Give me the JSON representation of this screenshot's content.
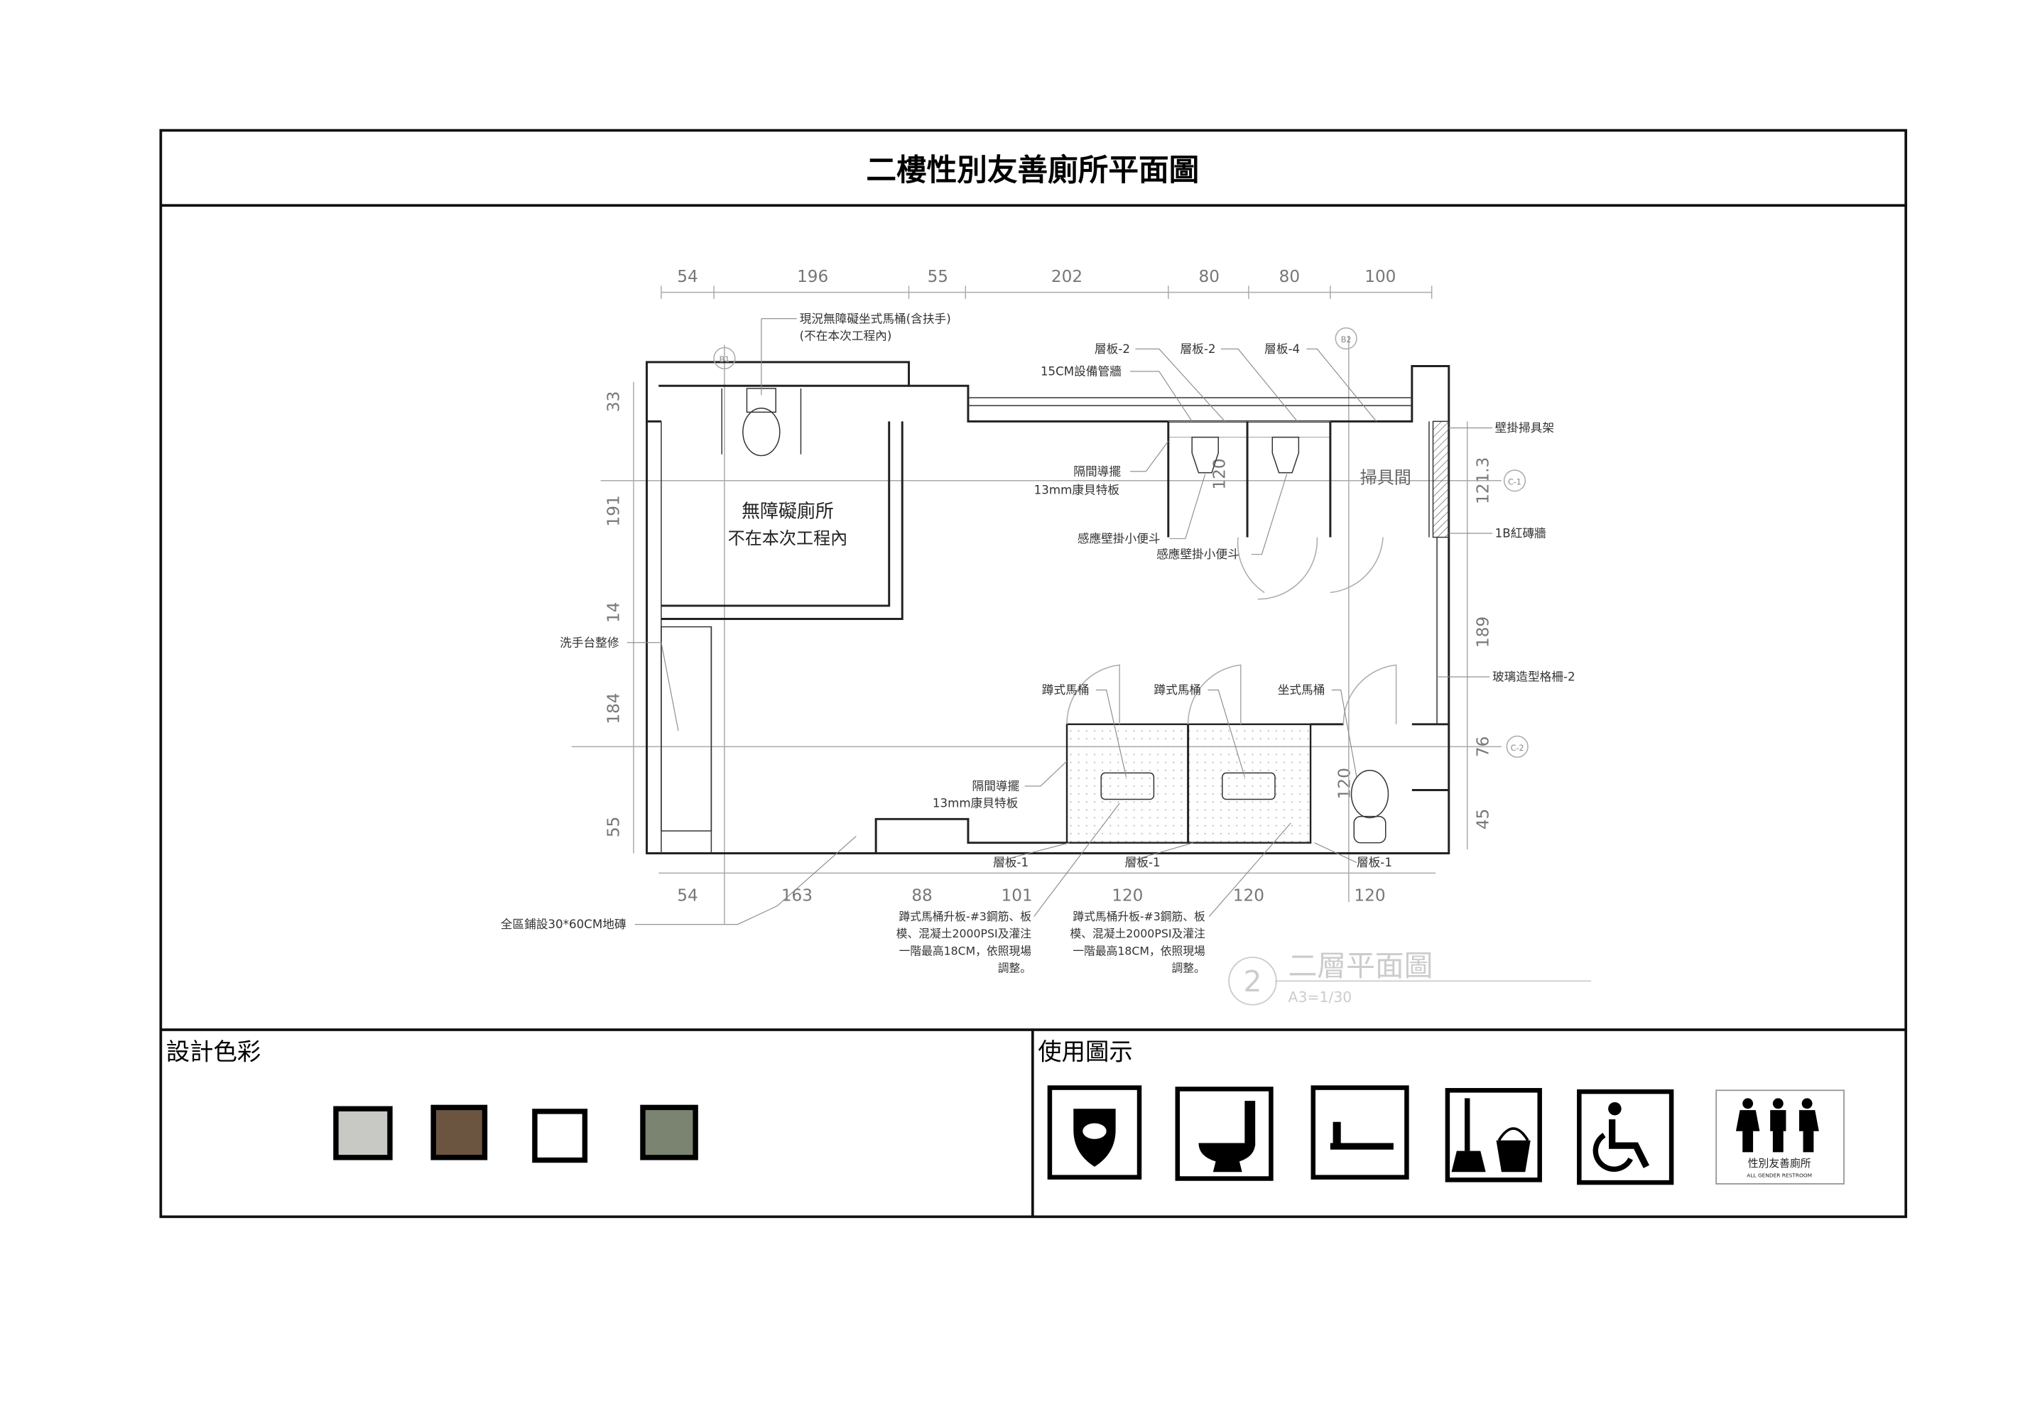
{
  "title": "二樓性別友善廁所平面圖",
  "plan": {
    "top_dims": [
      "54",
      "196",
      "55",
      "202",
      "80",
      "80",
      "100"
    ],
    "bottom_dims": [
      "54",
      "163",
      "88",
      "101",
      "120",
      "120",
      "120"
    ],
    "left_dims": [
      "33",
      "191",
      "14",
      "184",
      "55"
    ],
    "right_dims": [
      "121.3",
      "189",
      "76",
      "45"
    ],
    "inner_dims": [
      "120",
      "120"
    ],
    "room_labels": {
      "accessible_1": "無障礙廁所",
      "accessible_2": "不在本次工程內",
      "janitor": "掃具間"
    },
    "labels": {
      "existing_toilet_1": "現況無障礙坐式馬桶(含扶手)",
      "existing_toilet_2": "(不在本次工程內)",
      "shelf_2a": "層板-2",
      "shelf_2b": "層板-2",
      "shelf_4": "層板-4",
      "pipe_wall": "15CM設備管牆",
      "wall_rack": "壁掛掃具架",
      "partition_1a": "隔間導擺",
      "partition_1b": "13mm康貝特板",
      "urinal_1": "感應壁掛小便斗",
      "urinal_2": "感應壁掛小便斗",
      "brick_wall": "1B紅磚牆",
      "sink": "洗手台整修",
      "glass_grille": "玻璃造型格柵-2",
      "squat_1": "蹲式馬桶",
      "squat_2": "蹲式馬桶",
      "western": "坐式馬桶",
      "partition_2a": "隔間導擺",
      "partition_2b": "13mm康貝特板",
      "floor_tile": "全區鋪設30*60CM地磚",
      "shelf_1a": "層板-1",
      "shelf_1b": "層板-1",
      "shelf_1c": "層板-1"
    },
    "notes": [
      [
        "蹲式馬桶升板-#3鋼筋、板",
        "模、混凝土2000PSI及灌注",
        "一階最高18CM，依照現場",
        "調整。"
      ],
      [
        "蹲式馬桶升板-#3鋼筋、板",
        "模、混凝土2000PSI及灌注",
        "一階最高18CM，依照現場",
        "調整。"
      ]
    ],
    "section_markers": [
      "B1",
      "B2",
      "C-1",
      "C-2",
      "2"
    ],
    "drawing_title": {
      "number": "2",
      "name": "二層平面圖",
      "scale": "A3=1/30"
    }
  },
  "colors_panel": {
    "title": "設計色彩",
    "swatches": [
      "#c8c8c4",
      "#6b5440",
      "#ffffff",
      "#7a8470"
    ]
  },
  "icons_panel": {
    "title": "使用圖示",
    "icons": [
      "urinal-icon",
      "toilet-icon",
      "squat-toilet-icon",
      "cleaning-tools-icon",
      "wheelchair-icon",
      "all-gender-sign-icon"
    ],
    "sign_cn": "性別友善廁所",
    "sign_en": "ALL GENDER RESTROOM"
  }
}
